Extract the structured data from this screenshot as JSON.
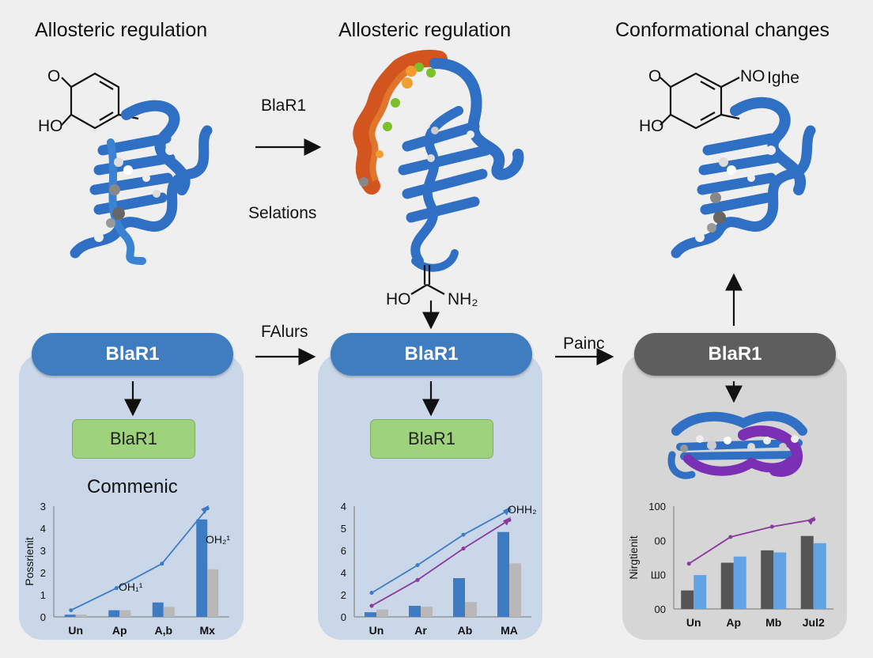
{
  "titles": {
    "left": "Allosteric regulation",
    "middle": "Allosteric regulation",
    "right": "Conformational changes"
  },
  "top_labels": {
    "blar1_arrow": "BlaR1",
    "selations": "Selations",
    "left_O": "O",
    "left_HO": "HO",
    "right_O": "O",
    "right_NO": "NO",
    "right_ighe": "Ighe",
    "right_HO": "HO",
    "mid_HO": "HO",
    "mid_NH2": "NH₂"
  },
  "arrow_labels": {
    "falurs": "FAlurs",
    "painc": "Painc"
  },
  "panels": [
    {
      "pill": "BlaR1",
      "box": "BlaR1",
      "caption": "Commenic"
    },
    {
      "pill": "BlaR1",
      "box": "BlaR1"
    },
    {
      "pill": "BlaR1"
    }
  ],
  "colors": {
    "protein_blue": "#2f6fc4",
    "helix_orange": "#d2541e",
    "purple": "#7a2fb4",
    "bar_dark_blue": "#3d7bc3",
    "bar_light_gray": "#b8b8b8",
    "bar_dark_gray": "#555555",
    "bar_light_blue": "#62a4e3",
    "line_blue": "#3d7bc3",
    "line_purple": "#8a3a9e"
  },
  "chart_data": [
    {
      "type": "bar",
      "ylabel": "Possrienit",
      "categories": [
        "Un",
        "Ap",
        "A,b",
        "Mx"
      ],
      "yticks": [
        "0",
        "1",
        "2",
        "3",
        "4",
        "3"
      ],
      "ylim": [
        0,
        5
      ],
      "series": [
        {
          "values": [
            0.1,
            0.3,
            0.65,
            4.4
          ]
        },
        {
          "values": [
            0.1,
            0.3,
            0.45,
            2.15
          ]
        }
      ],
      "lines": [
        {
          "values": [
            0.3,
            1.3,
            2.4,
            4.9
          ]
        }
      ],
      "annotations": [
        "OH₂¹",
        "OH₁¹"
      ]
    },
    {
      "type": "bar",
      "categories": [
        "Un",
        "Ar",
        "Ab",
        "MA"
      ],
      "yticks": [
        "0",
        "2",
        "4",
        "6",
        "5",
        "4"
      ],
      "ylim": [
        0,
        6
      ],
      "series": [
        {
          "values": [
            0.25,
            0.6,
            2.1,
            4.6
          ]
        },
        {
          "values": [
            0.4,
            0.55,
            0.8,
            2.9
          ]
        }
      ],
      "lines": [
        {
          "values": [
            1.3,
            2.8,
            4.45,
            5.8
          ]
        },
        {
          "values": [
            0.6,
            2.0,
            3.7,
            5.25
          ]
        }
      ],
      "annotations": [
        "OHH₂"
      ]
    },
    {
      "type": "bar",
      "ylabel": "Nirgtienit",
      "categories": [
        "Un",
        "Ap",
        "Mb",
        "Jul2"
      ],
      "yticks": [
        "00",
        "Ш0",
        "00",
        "100"
      ],
      "ylim": [
        0,
        100
      ],
      "series": [
        {
          "values": [
            18,
            45,
            57,
            71
          ]
        },
        {
          "values": [
            33,
            51,
            55,
            64
          ]
        }
      ],
      "lines": [
        {
          "values": [
            44,
            70,
            80,
            87
          ]
        }
      ]
    }
  ]
}
